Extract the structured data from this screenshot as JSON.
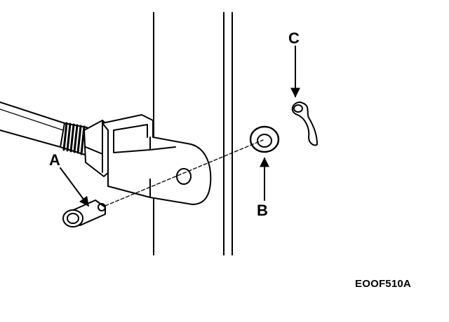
{
  "labels": {
    "a": "A",
    "b": "B",
    "c": "C"
  },
  "figure_code": "EOOF510A",
  "colors": {
    "ink": "#000000",
    "paper": "#ffffff"
  },
  "icons": {
    "a": "arrow-to-clevis-pin",
    "b": "arrow-to-washer",
    "c": "arrow-to-cotter-pin"
  }
}
